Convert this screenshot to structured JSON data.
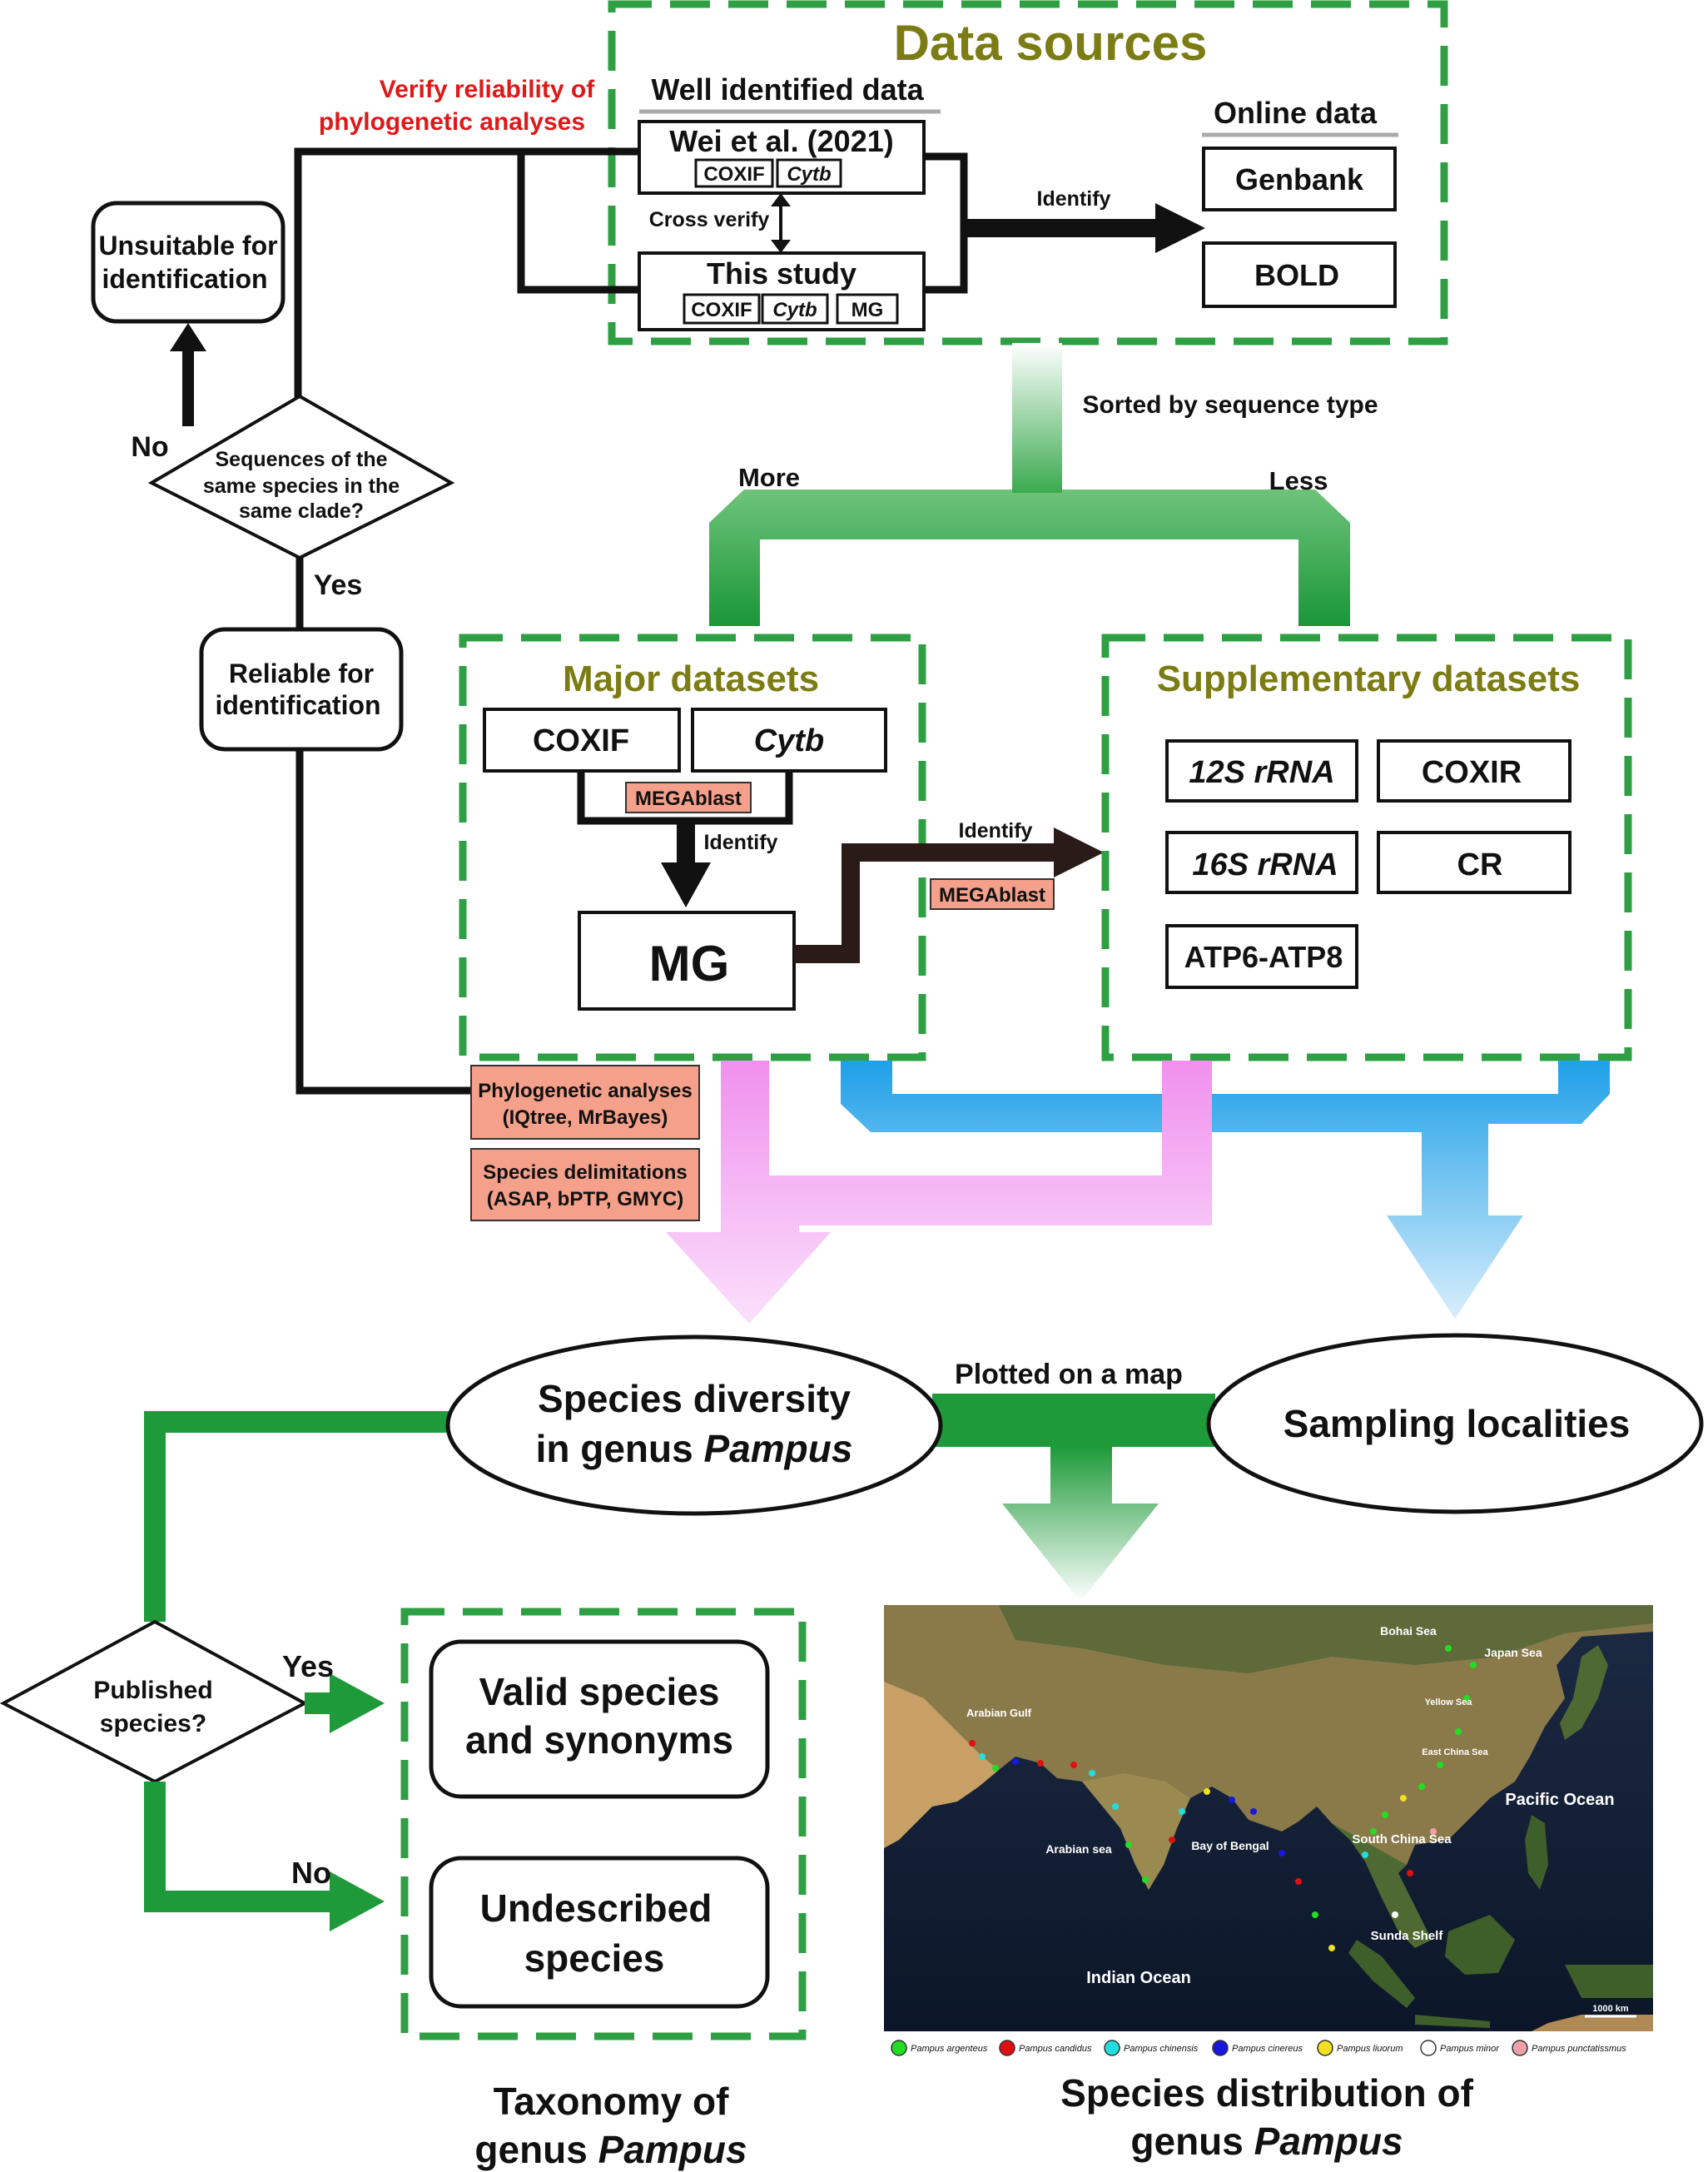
{
  "labels": {
    "data_sources": "Data sources",
    "well_identified": "Well identified data",
    "wei": "Wei et al. (2021)",
    "this_study": "This study",
    "coxif": "COXIF",
    "cytb": "Cytb",
    "mg": "MG",
    "cross_verify": "Cross verify",
    "identify": "Identify",
    "online_data": "Online data",
    "genbank": "Genbank",
    "bold": "BOLD",
    "verify_line1": "Verify reliability of",
    "verify_line2": "phylogenetic analyses",
    "unsuitable_line1": "Unsuitable for",
    "unsuitable_line2": "identification",
    "no": "No",
    "yes": "Yes",
    "seq_q_line1": "Sequences of the",
    "seq_q_line2": "same species in the",
    "seq_q_line3": "same clade?",
    "reliable_line1": "Reliable for",
    "reliable_line2": "identification",
    "sorted": "Sorted by sequence type",
    "more": "More",
    "less": "Less",
    "major": "Major datasets",
    "supplementary": "Supplementary datasets",
    "megablast": "MEGAblast",
    "s12": "12S rRNA",
    "s16": "16S rRNA",
    "coxir": "COXIR",
    "cr": "CR",
    "atp": "ATP6-ATP8",
    "phylo_line1": "Phylogenetic analyses",
    "phylo_line2": "(IQtree, MrBayes)",
    "delim_line1": "Species delimitations",
    "delim_line2": "(ASAP, bPTP, GMYC)",
    "plotted": "Plotted on a map",
    "diversity_line1": "Species diversity",
    "diversity_line2_a": "in genus ",
    "pampus": "Pampus",
    "sampling": "Sampling localities",
    "published_line1": "Published",
    "published_line2": "species?",
    "valid_line1": "Valid species",
    "valid_line2": "and synonyms",
    "undescribed_line1": "Undescribed",
    "undescribed_line2": "species",
    "taxonomy_line1": "Taxonomy of",
    "genus": "genus ",
    "distribution_line1": "Species distribution of"
  },
  "map": {
    "places": [
      "Bohai Sea",
      "Japan Sea",
      "Yellow Sea",
      "East China Sea",
      "Arabian Gulf",
      "Pacific Ocean",
      "South China Sea",
      "Arabian sea",
      "Bay of Bengal",
      "Sunda Shelf",
      "Indian Ocean"
    ],
    "scale": "1000 km"
  },
  "legend": [
    {
      "name": "Pampus argenteus",
      "color": "#22dd22"
    },
    {
      "name": "Pampus candidus",
      "color": "#e01010"
    },
    {
      "name": "Pampus chinensis",
      "color": "#22dddd"
    },
    {
      "name": "Pampus cinereus",
      "color": "#1818dd"
    },
    {
      "name": "Pampus liuorum",
      "color": "#f0e020"
    },
    {
      "name": "Pampus minor",
      "color": "#ffffff"
    },
    {
      "name": "Pampus punctatissmus",
      "color": "#f0a0a8"
    }
  ],
  "colors": {
    "green_dash": "#2ea043",
    "olive_title": "#7c7c14",
    "red_text": "#e01818",
    "salmon": "#f4a08a",
    "blue": "#1ea0e8",
    "pink": "#f4a0f0"
  }
}
